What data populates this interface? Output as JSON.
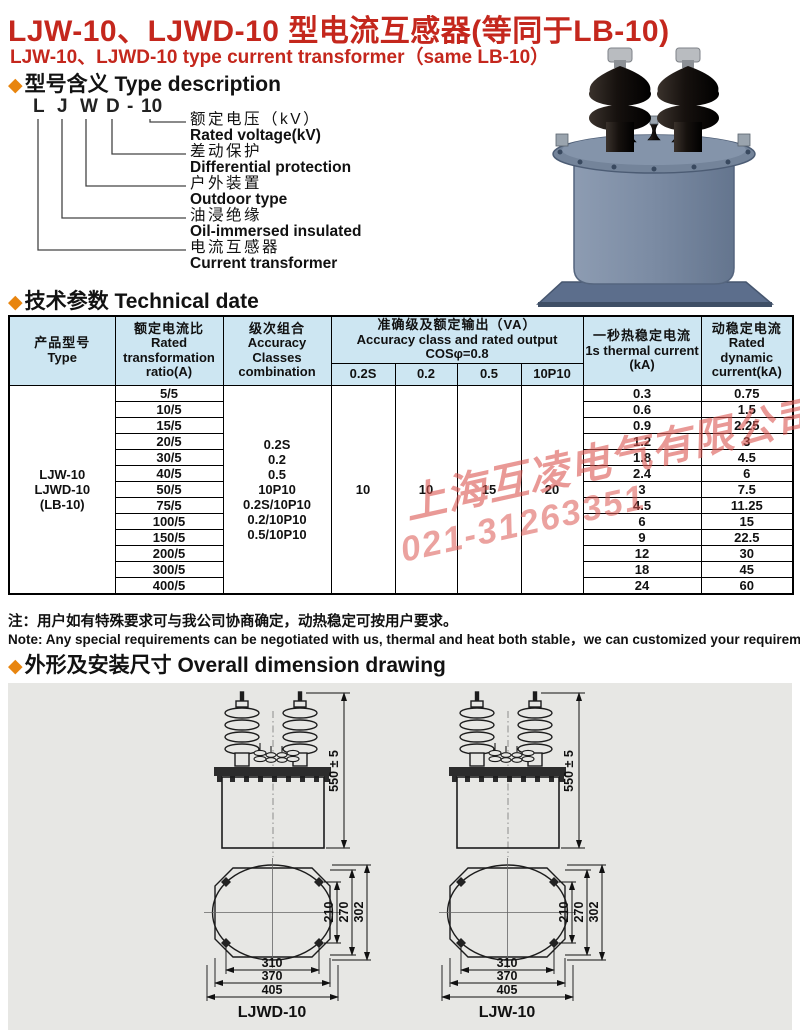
{
  "page": {
    "title_cn": "LJW-10、LJWD-10 型电流互感器(等同于LB-10)",
    "title_en": "LJW-10、LJWD-10 type current transformer（same LB-10）"
  },
  "sections": {
    "bullet": "◆",
    "type_cn": "型号含义",
    "type_en": " Type description",
    "tech_cn": "技术参数",
    "tech_en": " Technical date",
    "dim_cn": "外形及安装尺寸",
    "dim_en": " Overall dimension drawing"
  },
  "type_desc": {
    "code": [
      "L",
      "J",
      "W",
      "D",
      "-",
      "10"
    ],
    "labels": [
      {
        "cn": "额定电压（kV）",
        "en": "Rated voltage(kV)"
      },
      {
        "cn": "差动保护",
        "en": "Differential protection"
      },
      {
        "cn": "户外装置",
        "en": "Outdoor type"
      },
      {
        "cn": "油浸绝缘",
        "en": "Oil-immersed insulated"
      },
      {
        "cn": "电流互感器",
        "en": "Current transformer"
      }
    ]
  },
  "table": {
    "headers": {
      "type_cn": "产品型号",
      "type_en": "Type",
      "ratio_cn": "额定电流比",
      "ratio_en": "Rated transformation ratio(A)",
      "class_cn": "级次组合",
      "class_en": "Accuracy Classes combination",
      "output_cn": "准确级及额定输出（VA）",
      "output_en": "Accuracy class and rated output",
      "output_cos": "COSφ=0.8",
      "sub": [
        "0.2S",
        "0.2",
        "0.5",
        "10P10"
      ],
      "thermal_cn": "一秒热稳定电流",
      "thermal_en": "1s thermal current",
      "thermal_unit": "(kA)",
      "dynamic_cn": "动稳定电流",
      "dynamic_en": "Rated dynamic current(kA)"
    },
    "type_value": "LJW-10\nLJWD-10\n(LB-10)",
    "class_value": "0.2S\n0.2\n0.5\n10P10\n0.2S/10P10\n0.2/10P10\n0.5/10P10",
    "output_values": [
      "10",
      "10",
      "15",
      "20"
    ],
    "rows": [
      {
        "ratio": "5/5",
        "thermal": "0.3",
        "dynamic": "0.75"
      },
      {
        "ratio": "10/5",
        "thermal": "0.6",
        "dynamic": "1.5"
      },
      {
        "ratio": "15/5",
        "thermal": "0.9",
        "dynamic": "2.25"
      },
      {
        "ratio": "20/5",
        "thermal": "1.2",
        "dynamic": "3"
      },
      {
        "ratio": "30/5",
        "thermal": "1.8",
        "dynamic": "4.5"
      },
      {
        "ratio": "40/5",
        "thermal": "2.4",
        "dynamic": "6"
      },
      {
        "ratio": "50/5",
        "thermal": "3",
        "dynamic": "7.5"
      },
      {
        "ratio": "75/5",
        "thermal": "4.5",
        "dynamic": "11.25"
      },
      {
        "ratio": "100/5",
        "thermal": "6",
        "dynamic": "15"
      },
      {
        "ratio": "150/5",
        "thermal": "9",
        "dynamic": "22.5"
      },
      {
        "ratio": "200/5",
        "thermal": "12",
        "dynamic": "30"
      },
      {
        "ratio": "300/5",
        "thermal": "18",
        "dynamic": "45"
      },
      {
        "ratio": "400/5",
        "thermal": "24",
        "dynamic": "60"
      }
    ]
  },
  "watermark": {
    "line1": "上海互凌电气有限公司",
    "line2": "021-31263351"
  },
  "note": {
    "cn": "注：用户如有特殊要求可与我公司协商确定，动热稳定可按用户要求。",
    "en": "Note: Any special requirements can be negotiated with us, thermal and heat both stable，we can customized your requirement."
  },
  "drawing": {
    "dims": {
      "height": "550 ± 5",
      "d302": "302",
      "d270": "270",
      "d210": "210",
      "d310": "310",
      "d370": "370",
      "d405": "405"
    },
    "left_label": "LJWD-10",
    "right_label": "LJW-10"
  },
  "colors": {
    "title_red": "#c4271d",
    "bullet_orange": "#e8850f",
    "table_header_blue": "#cde6f2",
    "watermark_red": "#db5550",
    "drawing_bg": "#e7e7e4"
  }
}
